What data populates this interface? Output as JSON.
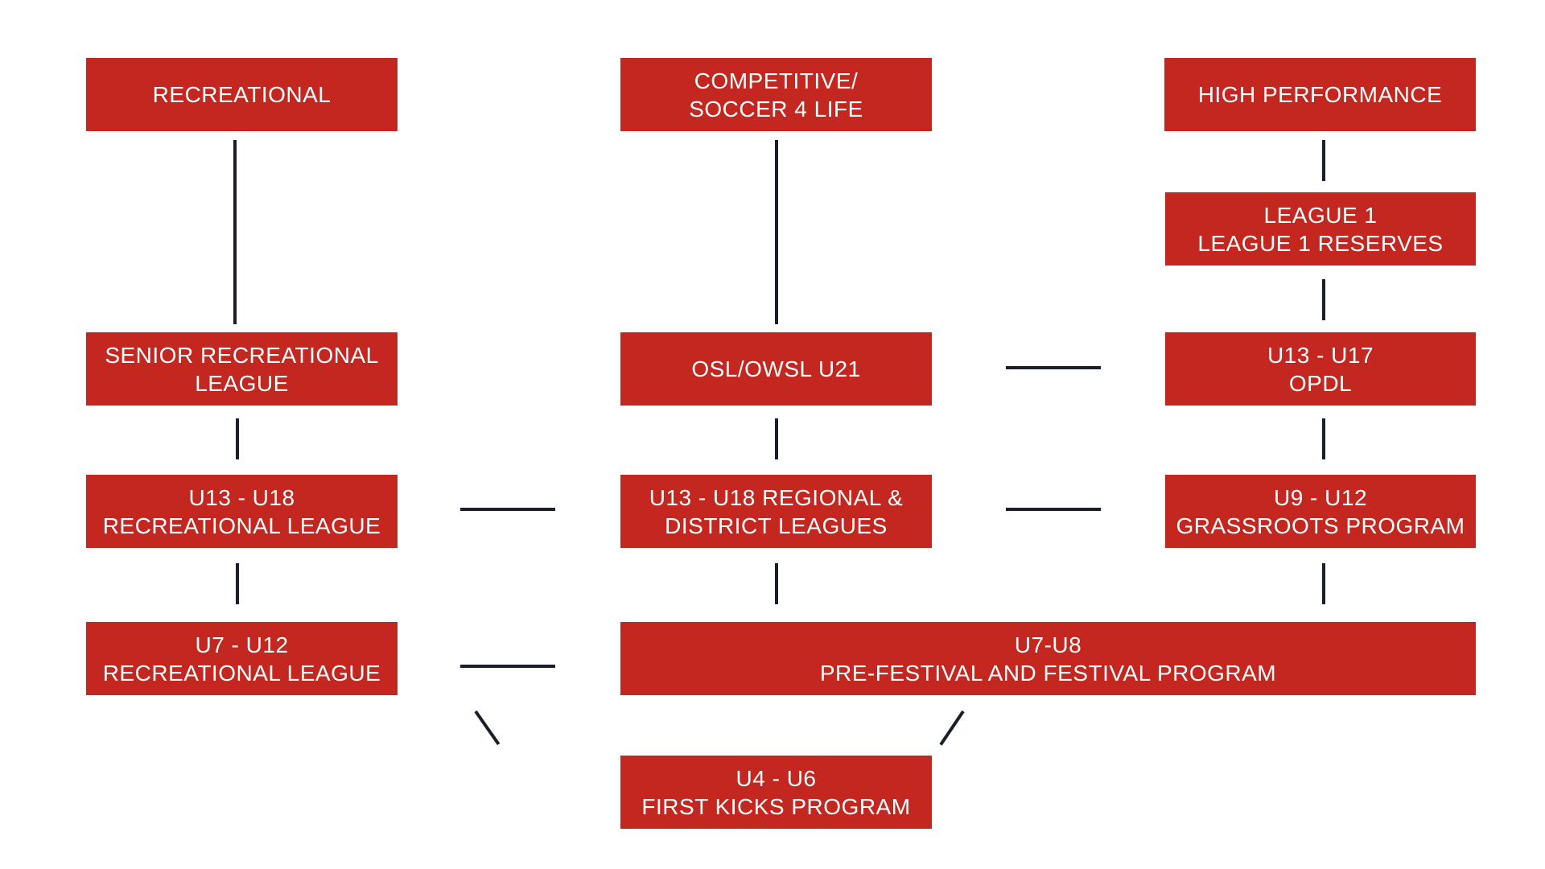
{
  "boxes": {
    "recreational": {
      "lines": [
        "RECREATIONAL"
      ]
    },
    "competitive": {
      "lines": [
        "COMPETITIVE/",
        "SOCCER 4 LIFE"
      ]
    },
    "high_performance": {
      "lines": [
        "HIGH PERFORMANCE"
      ]
    },
    "league1": {
      "lines": [
        "LEAGUE 1",
        "LEAGUE 1 RESERVES"
      ]
    },
    "senior_rec": {
      "lines": [
        "SENIOR RECREATIONAL",
        "LEAGUE"
      ]
    },
    "osl_owsl": {
      "lines": [
        "OSL/OWSL U21"
      ]
    },
    "u13_u17_opdl": {
      "lines": [
        "U13 - U17",
        "OPDL"
      ]
    },
    "u13_u18_rec": {
      "lines": [
        "U13 - U18",
        "RECREATIONAL LEAGUE"
      ]
    },
    "u13_u18_regional": {
      "lines": [
        "U13 - U18 REGIONAL &",
        "DISTRICT LEAGUES"
      ]
    },
    "u9_u12_grassroots": {
      "lines": [
        "U9 - U12",
        "GRASSROOTS PROGRAM"
      ]
    },
    "u7_u12_rec": {
      "lines": [
        "U7 - U12",
        "RECREATIONAL LEAGUE"
      ]
    },
    "u7_u8_festival": {
      "lines": [
        "U7-U8",
        "PRE-FESTIVAL AND FESTIVAL PROGRAM"
      ]
    },
    "u4_u6_first_kicks": {
      "lines": [
        "U4 - U6",
        "FIRST KICKS PROGRAM"
      ]
    }
  },
  "colors": {
    "box_fill": "#c4271f",
    "box_text": "#ffffff",
    "connector": "#1a1f2e",
    "background": "#ffffff"
  }
}
